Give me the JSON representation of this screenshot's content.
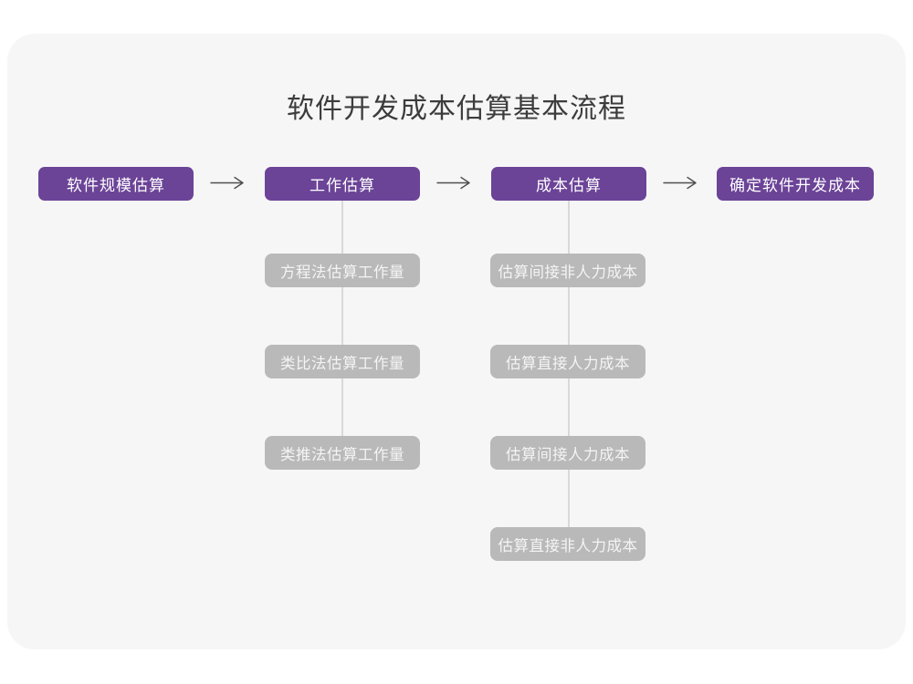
{
  "title": "软件开发成本估算基本流程",
  "colors": {
    "stage_box": "#6b4397",
    "sub_box": "#b9b9b9",
    "card_background": "#f6f6f6",
    "page_background": "#ffffff",
    "connector_line": "#d9d9d9",
    "arrow": "#4f4f4f",
    "title_text": "#3c3c3c"
  },
  "flow": {
    "stages": [
      {
        "label": "软件规模估算"
      },
      {
        "label": "工作估算"
      },
      {
        "label": "成本估算"
      },
      {
        "label": "确定软件开发成本"
      }
    ]
  },
  "columns": [
    {
      "parent": "工作估算",
      "items": [
        "方程法估算工作量",
        "类比法估算工作量",
        "类推法估算工作量"
      ]
    },
    {
      "parent": "成本估算",
      "items": [
        "估算间接非人力成本",
        "估算直接人力成本",
        "估算间接人力成本",
        "估算直接非人力成本"
      ]
    }
  ]
}
